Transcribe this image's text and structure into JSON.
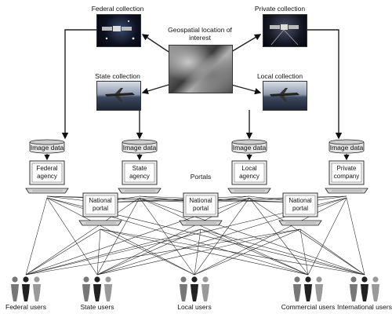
{
  "sources": {
    "federal": "Federal collection",
    "private": "Private collection",
    "state": "State collection",
    "local": "Local collection",
    "geo": "Geospatial location of interest"
  },
  "image_data": [
    "Image data",
    "Image data",
    "Image data",
    "Image data"
  ],
  "agencies": [
    {
      "l1": "Federal",
      "l2": "agency"
    },
    {
      "l1": "State",
      "l2": "agency"
    },
    {
      "l1": "Local",
      "l2": "agency"
    },
    {
      "l1": "Private",
      "l2": "company"
    }
  ],
  "portals_label": "Portals",
  "national_portals": [
    {
      "l1": "National",
      "l2": "portal"
    },
    {
      "l1": "National",
      "l2": "portal"
    },
    {
      "l1": "National",
      "l2": "portal"
    }
  ],
  "users": [
    "Federal users",
    "State users",
    "Local users",
    "Commercial users",
    "International users"
  ],
  "icons": {
    "satellite": "satellite-icon",
    "aircraft": "aircraft-icon",
    "cylinder": "database-cylinder-icon",
    "computer": "computer-terminal-icon",
    "people": "user-group-icon"
  }
}
